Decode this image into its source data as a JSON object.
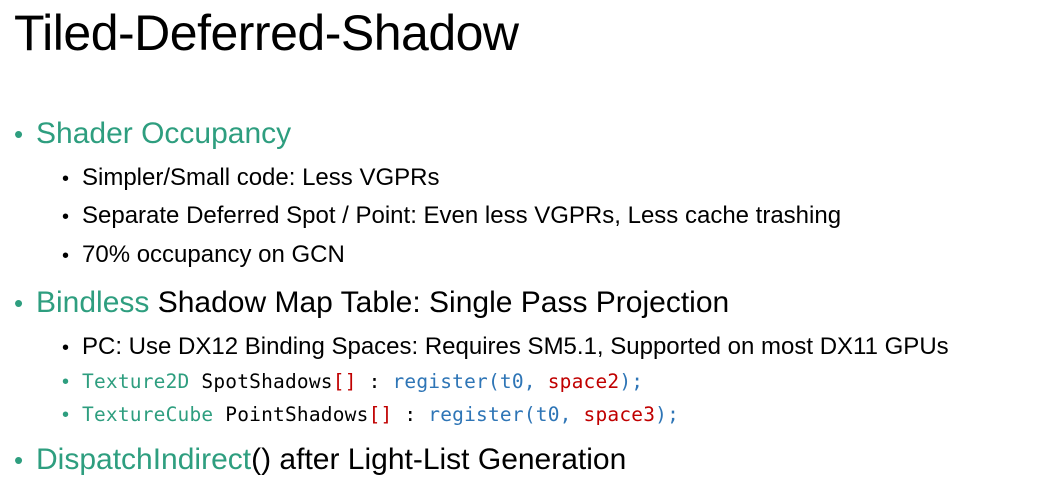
{
  "slide": {
    "title": "Tiled-Deferred-Shadow",
    "bullet_glyph": "•",
    "colors": {
      "accent_teal": "#2e9e7f",
      "code_blue": "#2e75b6",
      "code_red": "#c00000",
      "text": "#000000"
    },
    "sections": [
      {
        "heading": {
          "accent": "Shader Occupancy",
          "rest": ""
        },
        "items": [
          "Simpler/Small code: Less VGPRs",
          "Separate Deferred Spot / Point: Even less VGPRs, Less cache trashing",
          "70% occupancy on GCN"
        ]
      },
      {
        "heading": {
          "accent": "Bindless",
          "rest": " Shadow Map Table: Single Pass Projection"
        },
        "items": [
          "PC: Use DX12 Binding Spaces: Requires SM5.1, Supported on most DX11 GPUs"
        ],
        "code_lines": [
          {
            "type": "Texture2D",
            "name": " SpotShadows",
            "brackets": "[]",
            "colon": " : ",
            "func_open": "register(t0, ",
            "space": "space2",
            "func_close": ");"
          },
          {
            "type": "TextureCube",
            "name": " PointShadows",
            "brackets": "[]",
            "colon": " : ",
            "func_open": "register(t0, ",
            "space": "space3",
            "func_close": ");"
          }
        ]
      },
      {
        "heading": {
          "accent": "DispatchIndirect",
          "rest": "() after Light-List Generation"
        },
        "items": []
      }
    ]
  }
}
